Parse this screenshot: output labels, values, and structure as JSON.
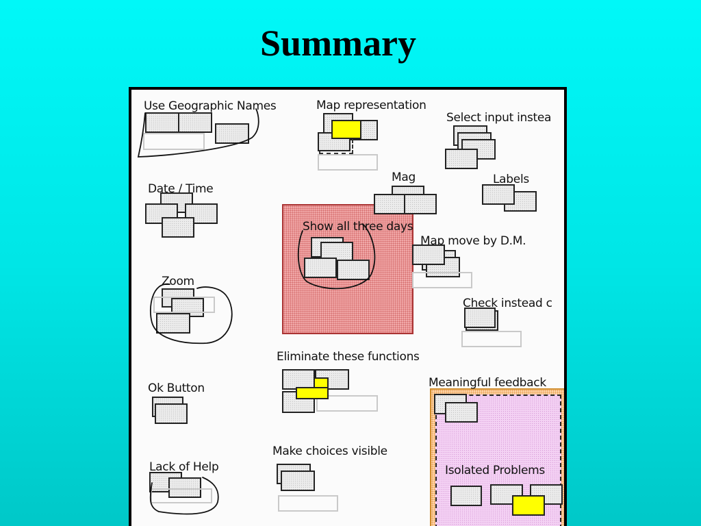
{
  "title": "Summary",
  "diagram": {
    "labels": {
      "geo": "Use Geographic Names",
      "map": "Map representation",
      "select": "Select input instea",
      "date": "Date / Time",
      "mag": "Mag",
      "labels": "Labels",
      "show": "Show all three days",
      "mapmove": "Map move by D.M.",
      "zoom": "Zoom",
      "check": "Check instead c",
      "elim": "Eliminate these functions",
      "ok": "Ok Button",
      "feedback": "Meaningful feedback",
      "choices": "Make choices visible",
      "help": "Lack of Help",
      "isolated": "Isolated Problems"
    },
    "colors": {
      "background": "#00e6e6",
      "highlight_yellow": "#ffff00",
      "problem_region_red": "#f1a8a8",
      "feedback_region_orange": "#ffd6a8",
      "isolated_region_violet": "#f4d2f4"
    }
  }
}
